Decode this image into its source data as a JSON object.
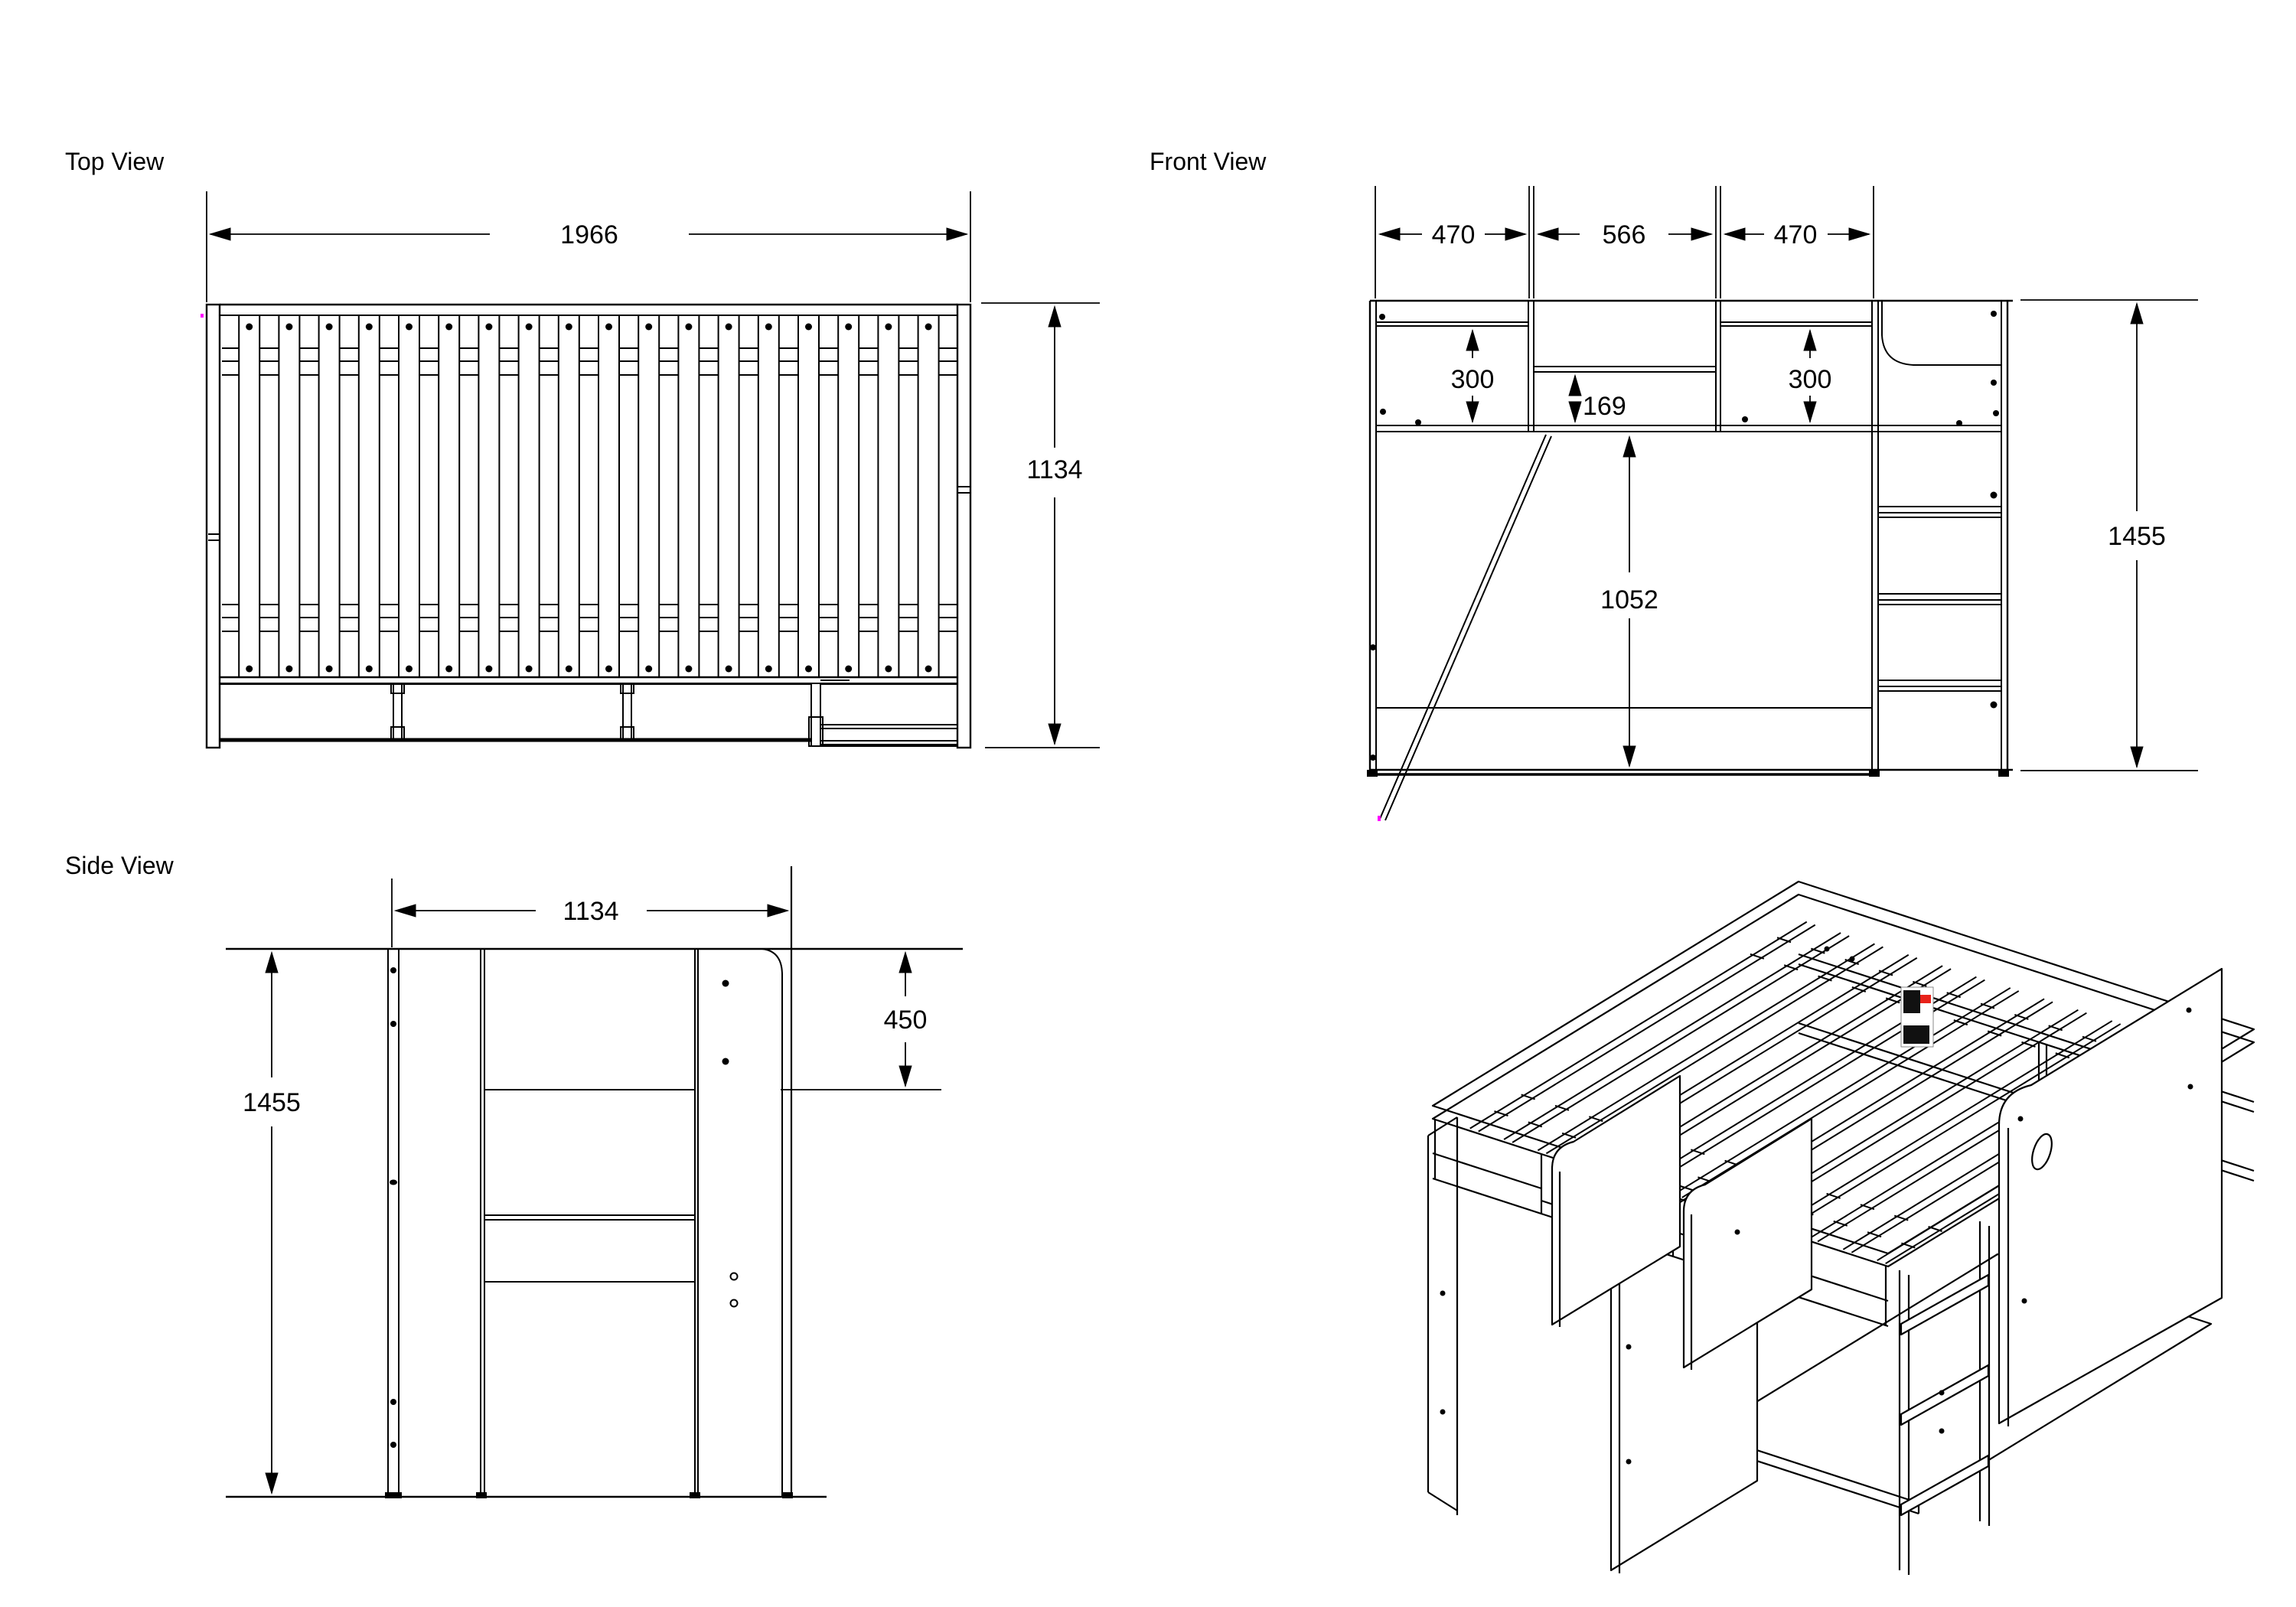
{
  "document": {
    "type": "furniture-assembly-drawing",
    "background": "#ffffff",
    "line_color": "#000000"
  },
  "views": {
    "top": {
      "label": "Top View",
      "dims": {
        "length": "1966",
        "depth": "1134"
      }
    },
    "front": {
      "label": "Front View",
      "dims": {
        "bay_left": "470",
        "bay_middle": "566",
        "bay_right": "470",
        "cubby_left": "300",
        "cubby_middle": "169",
        "cubby_right": "300",
        "under_bed_height": "1052",
        "total_height": "1455"
      }
    },
    "side": {
      "label": "Side View",
      "dims": {
        "depth": "1134",
        "top_section": "450",
        "total_height": "1455"
      }
    },
    "isometric": {
      "sticker": {
        "black": "#111111",
        "red": "#e8221a"
      }
    }
  },
  "colors": {
    "line": "#000000",
    "background": "#ffffff",
    "accent_red": "#e8221a",
    "artifact_magenta": "#ff00ff"
  }
}
